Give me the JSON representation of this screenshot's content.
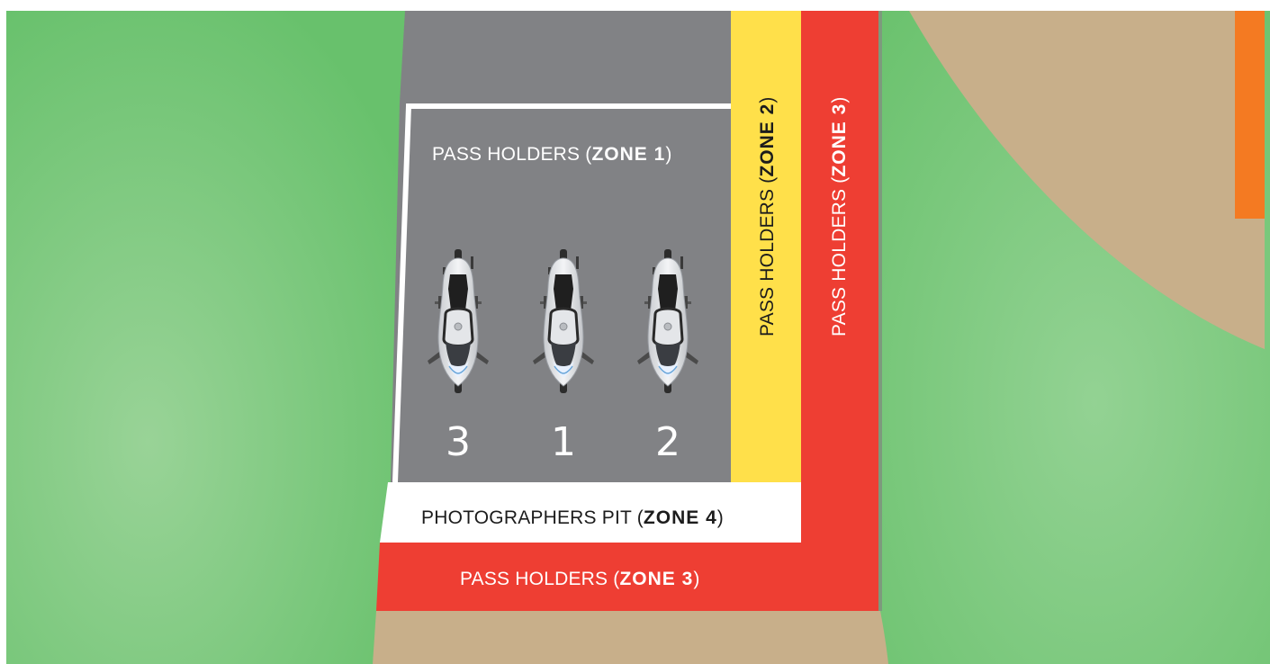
{
  "zones": {
    "zone1": {
      "prefix": "PASS HOLDERS (",
      "zone": "ZONE 1",
      "suffix": ")"
    },
    "zone2": {
      "prefix": "PASS HOLDERS (",
      "zone": "ZONE 2",
      "suffix": ")"
    },
    "zone3_side": {
      "prefix": "PASS HOLDERS (",
      "zone": "ZONE 3",
      "suffix": ")"
    },
    "zone3_bottom": {
      "prefix": "PASS HOLDERS (",
      "zone": "ZONE 3",
      "suffix": ")"
    },
    "zone4": {
      "prefix": "PHOTOGRAPHERS PIT (",
      "zone": "ZONE 4",
      "suffix": ")"
    }
  },
  "positions": [
    "3",
    "1",
    "2"
  ],
  "colors": {
    "grass": "#7cc77a",
    "track": "#818285",
    "zone2": "#ffe04a",
    "zone3": "#ee3e33",
    "zone4": "#ffffff",
    "dirt": "#c8af8a",
    "marker": "#f47a22"
  }
}
